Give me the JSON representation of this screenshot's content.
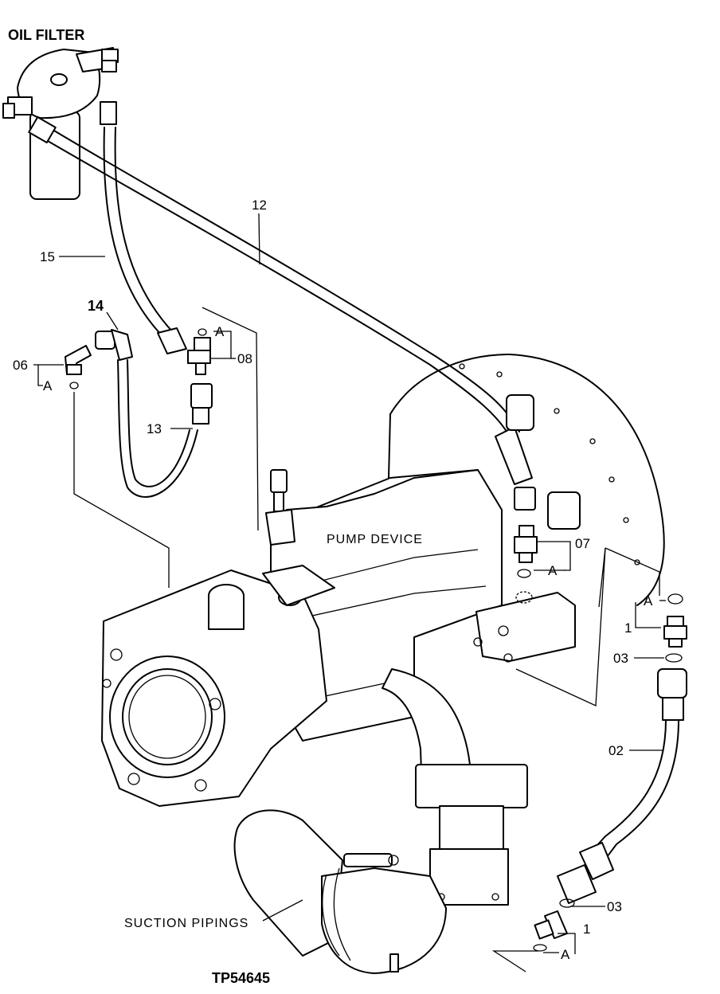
{
  "title": "OIL FILTER",
  "figure_id": "TP54645",
  "texts": {
    "pump_device": "PUMP DEVICE",
    "suction_pipings": "SUCTION PIPINGS"
  },
  "callouts": {
    "c12": "12",
    "c15": "15",
    "c14": "14",
    "c06": "06",
    "c08": "08",
    "c13": "13",
    "c07": "07",
    "c1_upper": "1",
    "c03_upper": "03",
    "c02": "02",
    "c03_lower": "03",
    "c1_lower": "1",
    "a_06": "A",
    "a_08": "A",
    "a_07": "A",
    "a_1_upper": "A",
    "a_1_lower": "A"
  }
}
